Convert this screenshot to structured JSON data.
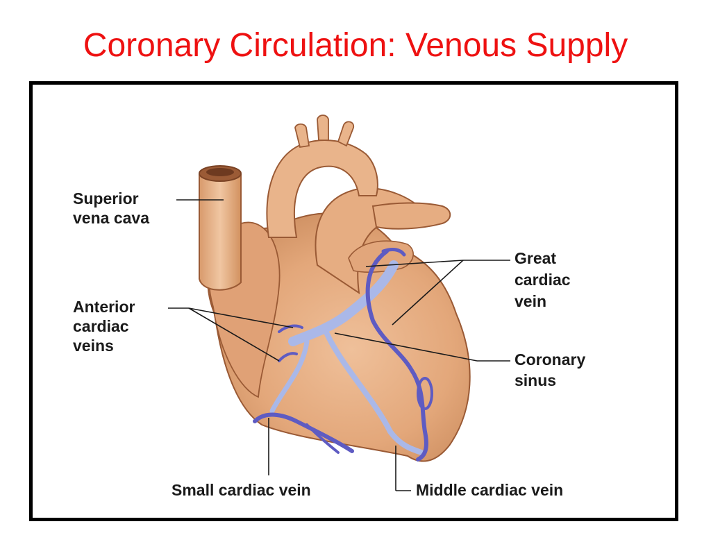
{
  "slide": {
    "title": "Coronary Circulation: Venous Supply"
  },
  "colors": {
    "title": "#ee1111",
    "heart_fill": "#e3a77a",
    "heart_outline": "#9a5a35",
    "vein_dark": "#5e5bc2",
    "vein_light": "#aab8e8"
  },
  "labels": {
    "superior_vena_cava": [
      "Superior",
      "vena cava"
    ],
    "anterior_cardiac_veins": [
      "Anterior",
      "cardiac",
      "veins"
    ],
    "great_cardiac_vein": [
      "Great",
      "cardiac",
      "vein"
    ],
    "coronary_sinus": [
      "Coronary",
      "sinus"
    ],
    "small_cardiac_vein": "Small cardiac vein",
    "middle_cardiac_vein": "Middle cardiac vein"
  }
}
